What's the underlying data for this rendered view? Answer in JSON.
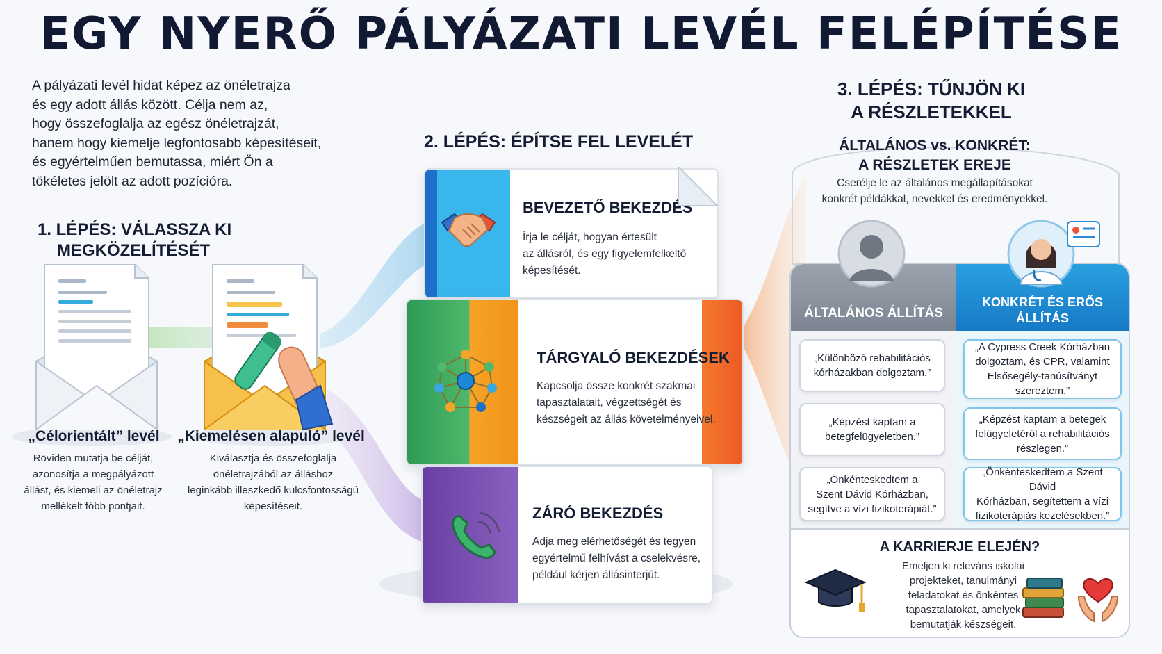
{
  "title": "EGY NYERŐ PÁLYÁZATI LEVÉL FELÉPÍTÉSE",
  "intro": [
    "A pályázati levél hidat képez az önéletrajza",
    "és egy adott állás között. Célja nem az,",
    "hogy összefoglalja az egész önéletrajzát,",
    "hanem hogy kiemelje legfontosabb képesítéseit,",
    "és egyértelműen bemutassa, miért Ön a",
    "tökéletes jelölt az adott pozícióra."
  ],
  "step1": {
    "line1": "1. LÉPÉS: VÁLASSZA KI",
    "line2": "MEGKÖZELÍTÉSÉT",
    "option_a": {
      "title": "„Célorientált” levél",
      "body": [
        "Röviden mutatja be célját,",
        "azonosítja a megpályázott",
        "állást, és kiemeli az önéletrajz",
        "mellékelt főbb pontjait."
      ]
    },
    "option_b": {
      "title": "„Kiemelésen alapuló” levél",
      "body": [
        "Kiválasztja és összefoglalja",
        "önéletrajzából az álláshoz",
        "leginkább illeszkedő kulcsfontosságú",
        "képesítéseit."
      ]
    }
  },
  "step2": {
    "heading": "2. LÉPÉS: ÉPÍTSE FEL LEVELÉT",
    "blocks": [
      {
        "title": "BEVEZETŐ BEKEZDÉS",
        "body": [
          "Írja le célját, hogyan értesült",
          "az állásról, és egy figyelemfelkeltő",
          "képesítését."
        ],
        "icon": "handshake-icon"
      },
      {
        "title": "TÁRGYALÓ BEKEZDÉSEK",
        "body": [
          "Kapcsolja össze konkrét szakmai",
          "tapasztalatait, végzettségét és",
          "készségeit az állás követelményeivel."
        ],
        "icon": "network-icon"
      },
      {
        "title": "ZÁRÓ BEKEZDÉS",
        "body": [
          "Adja meg elérhetőségét és tegyen",
          "egyértelmű felhívást a cselekvésre,",
          "például kérjen állásinterjút."
        ],
        "icon": "phone-icon"
      }
    ]
  },
  "step3": {
    "heading_line1": "3. LÉPÉS: TŰNJÖN KI",
    "heading_line2": "A RÉSZLETEKKEL",
    "sub_line1": "ÁLTALÁNOS vs. KONKRÉT:",
    "sub_line2": "A RÉSZLETEK EREJE",
    "desc_line1": "Cserélje le az általános megállapításokat",
    "desc_line2": "konkrét példákkal, nevekkel és eredményekkel.",
    "general_head": "ÁLTALÁNOS ÁLLÍTÁS",
    "specific_head_line1": "KONKRÉT ÉS ERŐS",
    "specific_head_line2": "ÁLLÍTÁS",
    "general_claims": [
      [
        "„Különböző rehabilitációs",
        "kórházakban dolgoztam.”"
      ],
      [
        "„Képzést kaptam a",
        "betegfelügyeletben.”"
      ],
      [
        "„Önkénteskedtem a",
        "Szent Dávid Kórházban,",
        "segítve a vízi fizikoterápiát.”"
      ]
    ],
    "specific_claims": [
      [
        "„A Cypress Creek Kórházban",
        "dolgoztam, és CPR, valamint",
        "Elsősegély-tanúsítványt",
        "szereztem.”"
      ],
      [
        "„Képzést kaptam a betegek",
        "felügyeletéről a rehabilitációs",
        "részlegen.”"
      ],
      [
        "„Önkénteskedtem a Szent Dávid",
        "Kórházban, segítettem a vízi",
        "fizikoterápiás kezelésekben.”"
      ]
    ],
    "career": {
      "title": "A KARRIERJE ELEJÉN?",
      "body": [
        "Emeljen ki releváns iskolai",
        "projekteket, tanulmányi",
        "feladatokat és önkéntes",
        "tapasztalatokat, amelyek",
        "bemutatják készségeit."
      ]
    }
  },
  "colors": {
    "blue": "#1f8fd6",
    "orange": "#f39a1e",
    "green": "#3aa35a",
    "purple": "#7b4fb0",
    "red_orange": "#f0612a",
    "gray_head": "#8a939f",
    "blue_head": "#1a8ad2"
  }
}
